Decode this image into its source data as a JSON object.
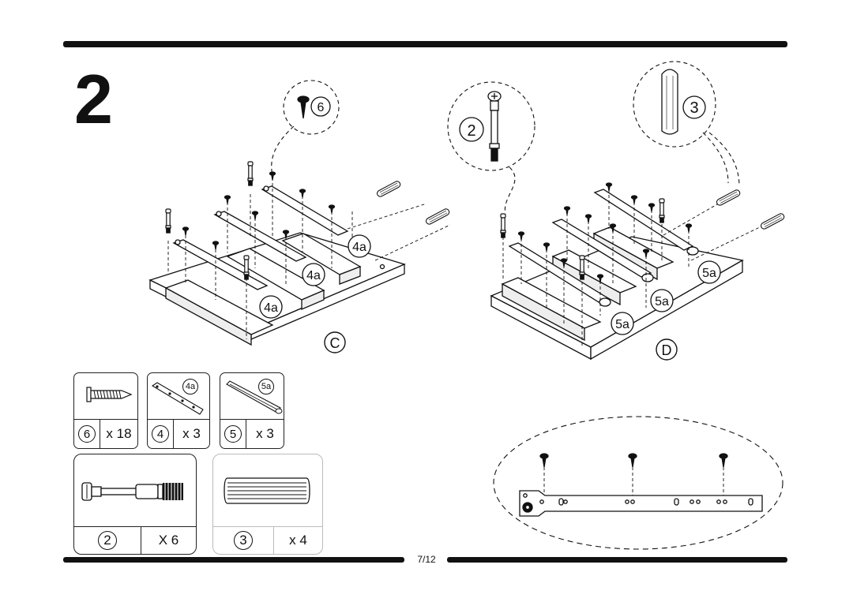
{
  "step": {
    "number": "2"
  },
  "page": {
    "label": "7/12"
  },
  "assemblies": {
    "c": {
      "label": "C",
      "rail_callouts": [
        "4a",
        "4a",
        "4a"
      ],
      "detail_part": "6"
    },
    "d": {
      "label": "D",
      "rail_callouts": [
        "5a",
        "5a",
        "5a"
      ],
      "detail_parts": [
        "2",
        "3"
      ]
    }
  },
  "parts": [
    {
      "id": "6",
      "qty": "x 18",
      "icon": "screw-icon"
    },
    {
      "id": "4",
      "badge": "4a",
      "qty": "x 3",
      "icon": "drawer-rail-icon"
    },
    {
      "id": "5",
      "badge": "5a",
      "qty": "x 3",
      "icon": "drawer-rail-icon"
    },
    {
      "id": "2",
      "qty": "X 6",
      "icon": "cam-bolt-icon"
    },
    {
      "id": "3",
      "qty": "x 4",
      "icon": "wooden-dowel-icon"
    }
  ]
}
